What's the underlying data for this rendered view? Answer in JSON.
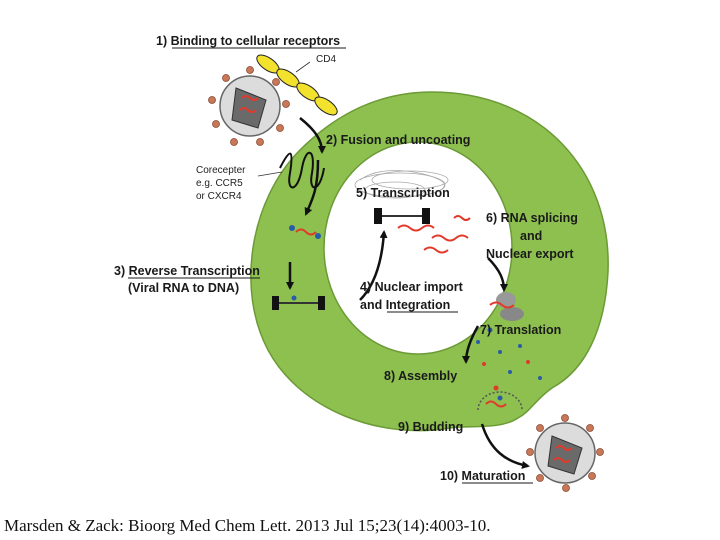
{
  "labels": {
    "step1": "1) Binding to cellular receptors",
    "step2": "2) Fusion and uncoating",
    "step3a": "3) Reverse Transcription",
    "step3b": "(Viral RNA to DNA)",
    "step4a": "4) Nuclear import",
    "step4b": "and Integration",
    "step5": "5) Transcription",
    "step6a": "6) RNA splicing",
    "step6b": "and",
    "step6c": "Nuclear export",
    "step7": "7) Translation",
    "step8": "8) Assembly",
    "step9": "9) Budding",
    "step10": "10) Maturation",
    "cd4": "CD4",
    "coreceptor1": "Corecepter",
    "coreceptor2": "e.g. CCR5",
    "coreceptor3": "or CXCR4"
  },
  "citation": "Marsden & Zack: Bioorg Med Chem Lett. 2013 Jul 15;23(14):4003-10.",
  "colors": {
    "cell": "#8dc04f",
    "cell_edge": "#6c9a36",
    "rna": "#e23a2a",
    "cd4": "#f2e22e",
    "virion_core": "#6a6a6a",
    "virion_spike": "#c87858",
    "arrow": "#111111"
  }
}
